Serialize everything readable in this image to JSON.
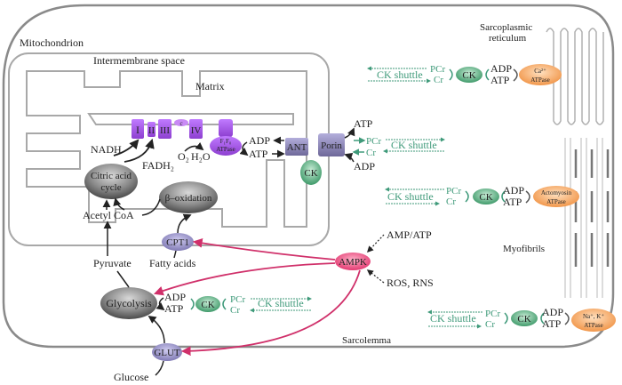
{
  "labels": {
    "mitochondrion": "Mitochondrion",
    "intermembrane_space": "Intermembrane space",
    "matrix": "Matrix",
    "sarcoplasmic_reticulum_1": "Sarcoplasmic",
    "sarcoplasmic_reticulum_2": "reticulum",
    "myofibrils": "Myofibrils",
    "sarcolemma": "Sarcolemma"
  },
  "etc": {
    "complex_1": "I",
    "complex_2": "II",
    "complex_3": "III",
    "cytochrome_c": "c",
    "complex_4": "IV",
    "atp_synthase_1": "F₁F₀",
    "atp_synthase_2": "ATPase",
    "nadh": "NADH",
    "fadh2": "FADH₂",
    "o2": "O₂",
    "h2o": "H₂O"
  },
  "mito_transport": {
    "adp": "ADP",
    "atp": "ATP",
    "ant": "ANT",
    "porin": "Porin",
    "ck": "CK",
    "out_atp": "ATP",
    "out_adp": "ADP",
    "pcr": "PCr",
    "cr": "Cr",
    "shuttle": "CK shuttle"
  },
  "metabolism": {
    "citric_acid_1": "Citric acid",
    "citric_acid_2": "cycle",
    "beta_oxidation": "β–oxidation",
    "acetyl_coa": "Acetyl CoA",
    "cpt1": "CPT1",
    "pyruvate": "Pyruvate",
    "fatty_acids": "Fatty acids",
    "glycolysis": "Glycolysis",
    "glut": "GLUT",
    "glucose": "Glucose"
  },
  "ampk": {
    "label": "AMPK",
    "input_1": "AMP/ATP",
    "input_2": "ROS, RNS"
  },
  "glyco_ck": {
    "adp": "ADP",
    "atp": "ATP",
    "ck": "CK",
    "pcr": "PCr",
    "cr": "Cr",
    "shuttle": "CK shuttle"
  },
  "sr_unit": {
    "shuttle": "CK shuttle",
    "pcr": "PCr",
    "cr": "Cr",
    "ck": "CK",
    "adp": "ADP",
    "atp": "ATP",
    "atpase_1": "Ca²⁺",
    "atpase_2": "ATPase"
  },
  "myo_unit": {
    "shuttle": "CK shuttle",
    "pcr": "PCr",
    "cr": "Cr",
    "ck": "CK",
    "adp": "ADP",
    "atp": "ATP",
    "atpase_1": "Actomyosin",
    "atpase_2": "ATPase"
  },
  "nak_unit": {
    "shuttle": "CK shuttle",
    "pcr": "PCr",
    "cr": "Cr",
    "ck": "CK",
    "adp": "ADP",
    "atp": "ATP",
    "atpase_1": "Na⁺, K⁺",
    "atpase_2": "ATPase"
  },
  "colors": {
    "membrane": "#9a9a9a",
    "etc_purple": "#a64fe0",
    "transporter": "#8a84b8",
    "ck_green": "#3f9a6a",
    "shuttle_green": "#3f9a7a",
    "atpase_orange": "#f0a060",
    "ampk_pink": "#e0457a",
    "ampk_arrow": "#d0306a",
    "metabolite_gray": "#6a6a6a"
  }
}
